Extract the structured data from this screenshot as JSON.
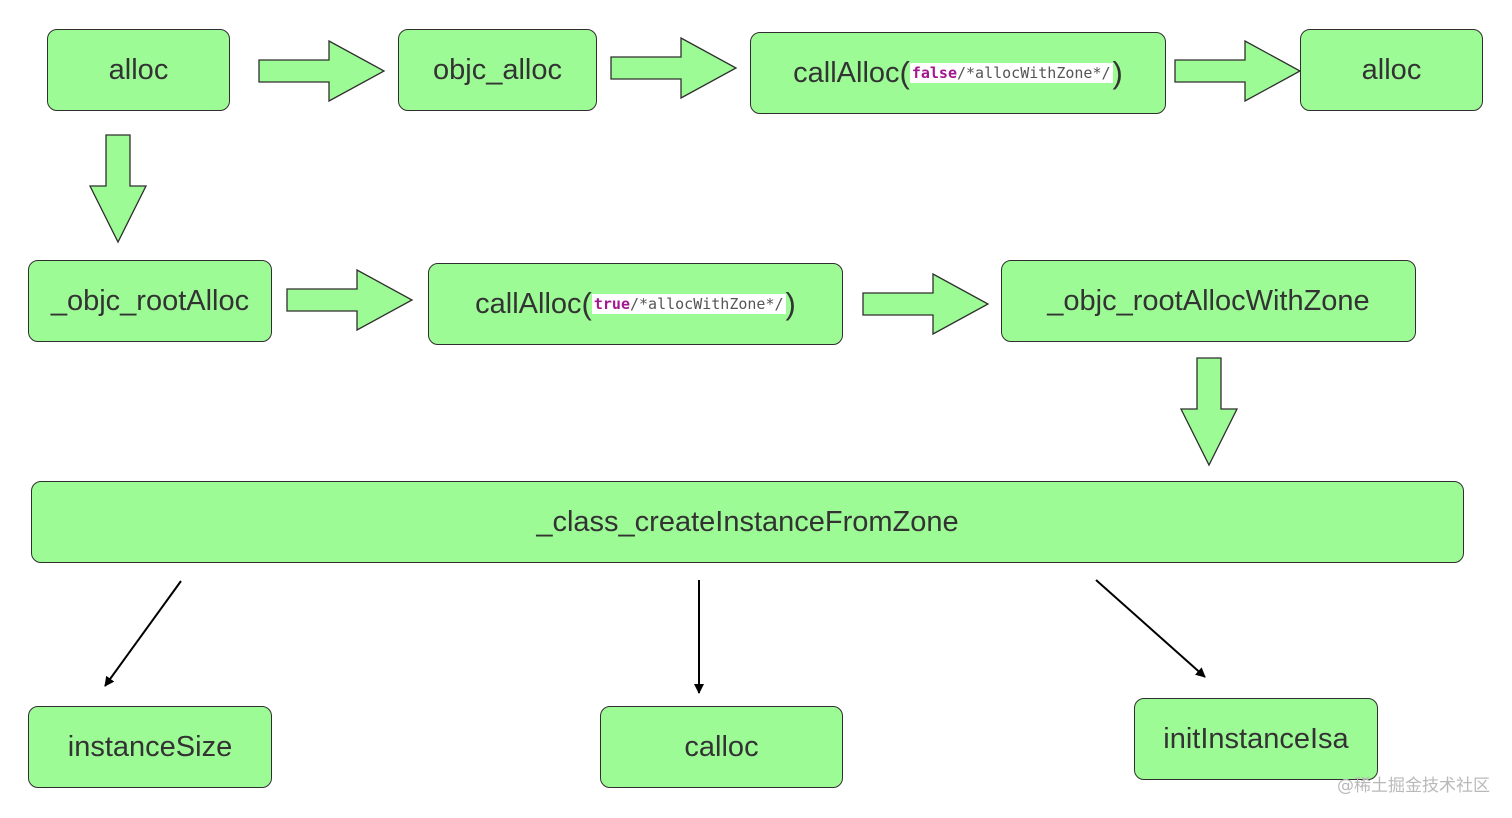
{
  "colors": {
    "node_fill": "#9dfb95",
    "node_border": "#2f2f2f",
    "arrow_fill": "#9dfb95",
    "connector": "#000000",
    "keyword": "#a3178f"
  },
  "nodes": {
    "alloc_top": "alloc",
    "objc_alloc": "objc_alloc",
    "call_alloc_false": {
      "name": "callAlloc",
      "open_paren": "(",
      "keyword": "false",
      "comment": "/*allocWithZone*/",
      "close_paren": ")"
    },
    "alloc_right": "alloc",
    "objc_root_alloc": "_objc_rootAlloc",
    "call_alloc_true": {
      "name": "callAlloc",
      "open_paren": "(",
      "keyword": "true",
      "comment": "/*allocWithZone*/",
      "close_paren": ")"
    },
    "objc_root_alloc_with_zone": "_objc_rootAllocWithZone",
    "class_create_instance": "_class_createInstanceFromZone",
    "instance_size": "instanceSize",
    "calloc": "calloc",
    "init_instance_isa": "initInstanceIsa"
  },
  "watermark": "@稀土掘金技术社区"
}
